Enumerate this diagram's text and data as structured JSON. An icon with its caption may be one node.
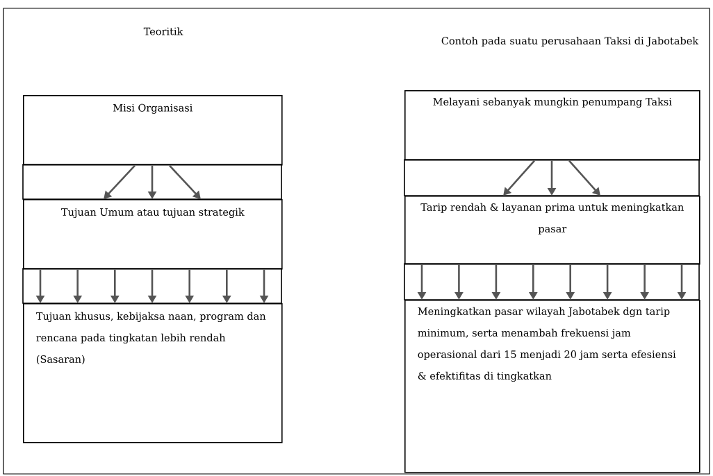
{
  "diagram": {
    "nodes": [
      {
        "text": [
          "Misi Organisasi"
        ]
      },
      {
        "text": [
          "Tujuan Umum atau tujuan strategik"
        ]
      },
      {
        "text": [
          "Tujuan khusus, kebijaksa naan, program dan rencana pada tingkatan lebih rendah (Sasaran)"
        ]
      },
      {
        "text": [
          "Melayani sebanyak mungkin penumpang Taksi"
        ]
      },
      {
        "text": [
          "Tarip rendah & layanan prima untuk meningkatkan pasar"
        ]
      },
      {
        "text": [
          "Meningkatkan pasar wilayah Jabotabek dgn tarip minimum, serta menambah frekuensi jam operasional dari 15 menjadi 20 jam serta efesiensi & efektifitas di tingkatkan"
        ]
      }
    ],
    "edges": [
      {
        "from": 0,
        "to": 1,
        "arrow": "to"
      },
      {
        "from": 0,
        "to": 1,
        "arrow": "to"
      },
      {
        "from": 0,
        "to": 1,
        "arrow": "to"
      },
      {
        "from": 1,
        "to": 2,
        "arrow": "to"
      },
      {
        "from": 1,
        "to": 2,
        "arrow": "to"
      },
      {
        "from": 1,
        "to": 2,
        "arrow": "to"
      },
      {
        "from": 1,
        "to": 2,
        "arrow": "to"
      },
      {
        "from": 1,
        "to": 2,
        "arrow": "to"
      },
      {
        "from": 1,
        "to": 2,
        "arrow": "to"
      },
      {
        "from": 1,
        "to": 2,
        "arrow": "to"
      },
      {
        "from": 3,
        "to": 4,
        "arrow": "to"
      },
      {
        "from": 3,
        "to": 4,
        "arrow": "to"
      },
      {
        "from": 3,
        "to": 4,
        "arrow": "to"
      },
      {
        "from": 4,
        "to": 5,
        "arrow": "to"
      },
      {
        "from": 4,
        "to": 5,
        "arrow": "to"
      },
      {
        "from": 4,
        "to": 5,
        "arrow": "to"
      },
      {
        "from": 4,
        "to": 5,
        "arrow": "to"
      },
      {
        "from": 4,
        "to": 5,
        "arrow": "to"
      },
      {
        "from": 4,
        "to": 5,
        "arrow": "to"
      },
      {
        "from": 4,
        "to": 5,
        "arrow": "to"
      },
      {
        "from": 4,
        "to": 5,
        "arrow": "to"
      }
    ],
    "labels": [
      "Teoritik",
      "Contoh pada suatu perusahaan Taksi di Jabotabek"
    ]
  }
}
